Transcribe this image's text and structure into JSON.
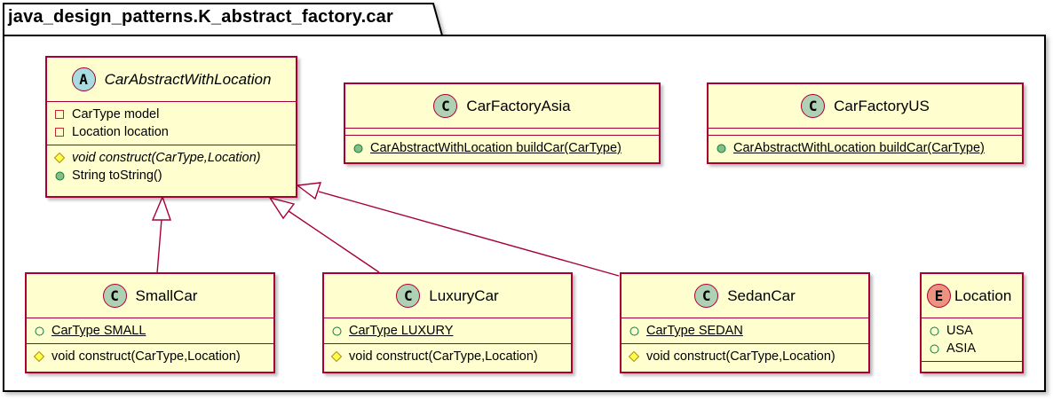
{
  "package": {
    "name": "java_design_patterns.K_abstract_factory.car"
  },
  "colors": {
    "class_fill": "#FEFECE",
    "class_border": "#A80036",
    "badge_class": "#ADD1B2",
    "badge_abstract": "#A9DCDF",
    "badge_enum": "#EB937F",
    "public_method": "#84BE84",
    "protected_method": "#FFFF44"
  },
  "classes": {
    "car_abstract": {
      "badge": "A",
      "name": "CarAbstractWithLocation",
      "fields": [
        "CarType model",
        "Location location"
      ],
      "methods": [
        "void construct(CarType,Location)",
        "String toString()"
      ]
    },
    "factory_asia": {
      "badge": "C",
      "name": "CarFactoryAsia",
      "methods": [
        "CarAbstractWithLocation buildCar(CarType)"
      ]
    },
    "factory_us": {
      "badge": "C",
      "name": "CarFactoryUS",
      "methods": [
        "CarAbstractWithLocation buildCar(CarType)"
      ]
    },
    "small_car": {
      "badge": "C",
      "name": "SmallCar",
      "fields": [
        "CarType SMALL"
      ],
      "methods": [
        "void construct(CarType,Location)"
      ]
    },
    "luxury_car": {
      "badge": "C",
      "name": "LuxuryCar",
      "fields": [
        "CarType LUXURY"
      ],
      "methods": [
        "void construct(CarType,Location)"
      ]
    },
    "sedan_car": {
      "badge": "C",
      "name": "SedanCar",
      "fields": [
        "CarType SEDAN"
      ],
      "methods": [
        "void construct(CarType,Location)"
      ]
    },
    "location": {
      "badge": "E",
      "name": "Location",
      "values": [
        "USA",
        "ASIA"
      ]
    }
  },
  "relations": [
    {
      "from": "SmallCar",
      "to": "CarAbstractWithLocation",
      "type": "extends"
    },
    {
      "from": "LuxuryCar",
      "to": "CarAbstractWithLocation",
      "type": "extends"
    },
    {
      "from": "SedanCar",
      "to": "CarAbstractWithLocation",
      "type": "extends"
    }
  ]
}
